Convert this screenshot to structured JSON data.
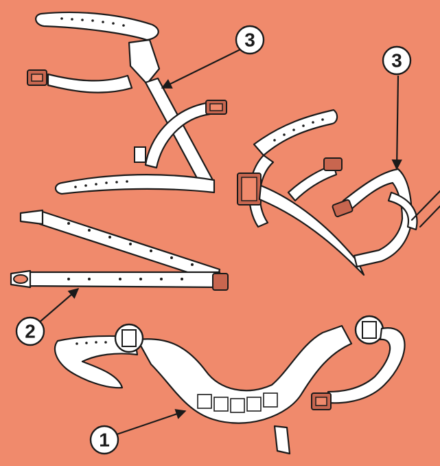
{
  "background_color": "#f08a6c",
  "strap_color": "#ffffff",
  "buckle_color": "#c8664f",
  "callouts": [
    {
      "id": "climber-strap-upper-left",
      "label": "3"
    },
    {
      "id": "climber-strap-right",
      "label": "3"
    },
    {
      "id": "safety-strap",
      "label": "2"
    },
    {
      "id": "body-belt",
      "label": "1"
    }
  ]
}
